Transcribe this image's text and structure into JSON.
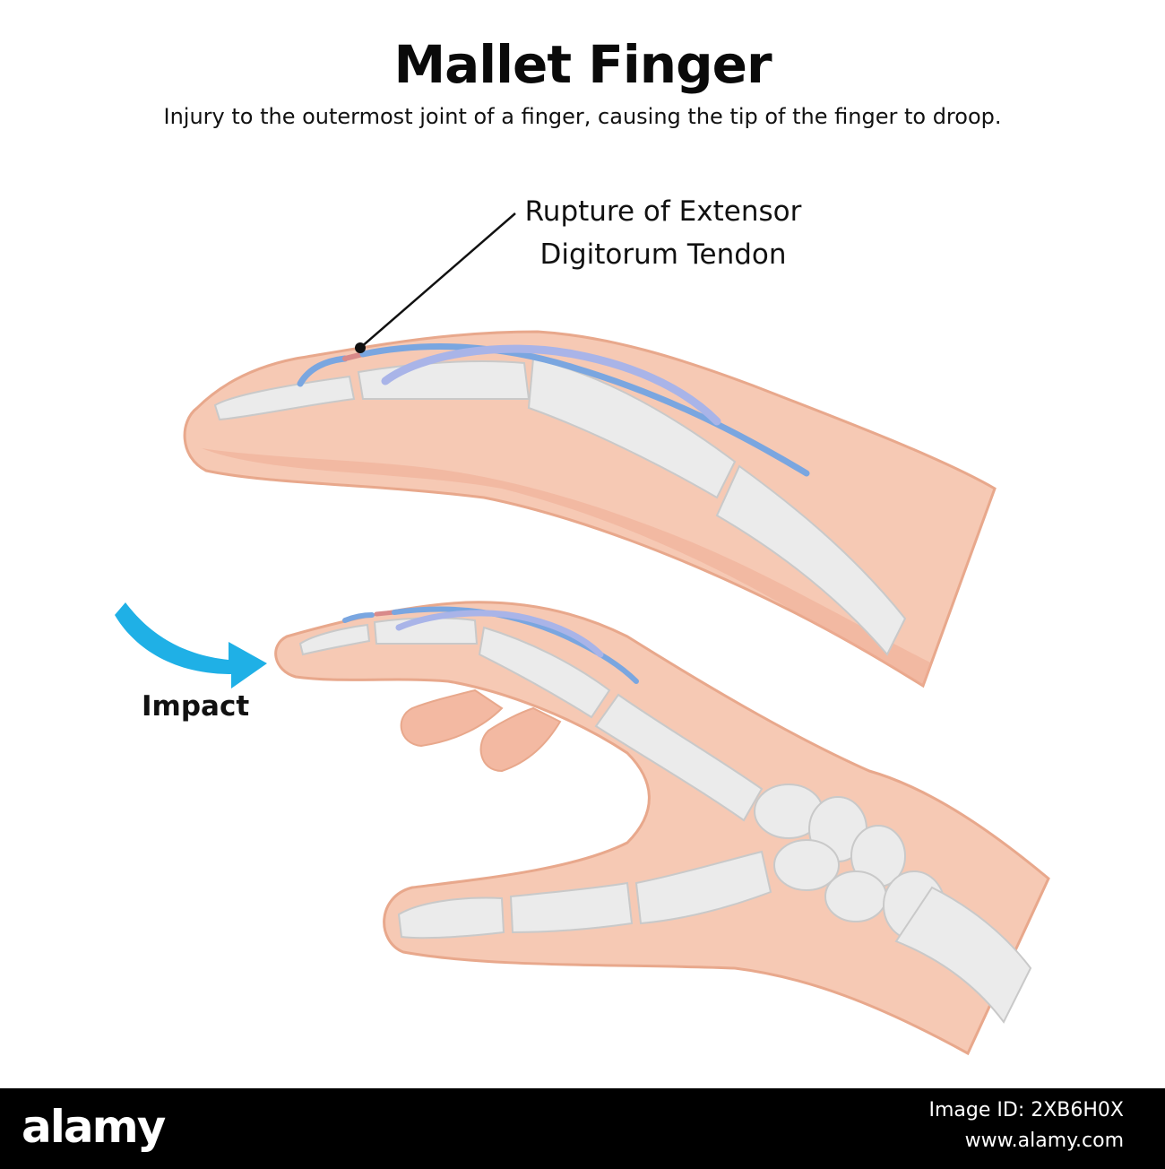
{
  "title": "Mallet Finger",
  "subtitle": "Injury to the outermost joint of a finger, causing the tip of the finger to droop.",
  "callout": {
    "line1": "Rupture of Extensor",
    "line2": "Digitorum Tendon"
  },
  "impact_label": "Impact",
  "footer": {
    "brand": "alamy",
    "image_id": "Image ID: 2XB6H0X",
    "url": "www.alamy.com"
  },
  "colors": {
    "skin": "#f6c9b4",
    "skin_outline": "#e8a88c",
    "bone": "#ebebeb",
    "bone_outline": "#c9c9c9",
    "tendon": "#7aa6e0",
    "tendon_light": "#a9b4e8",
    "rupture": "#d98a8a",
    "impact_arrow": "#1fb0e6"
  }
}
